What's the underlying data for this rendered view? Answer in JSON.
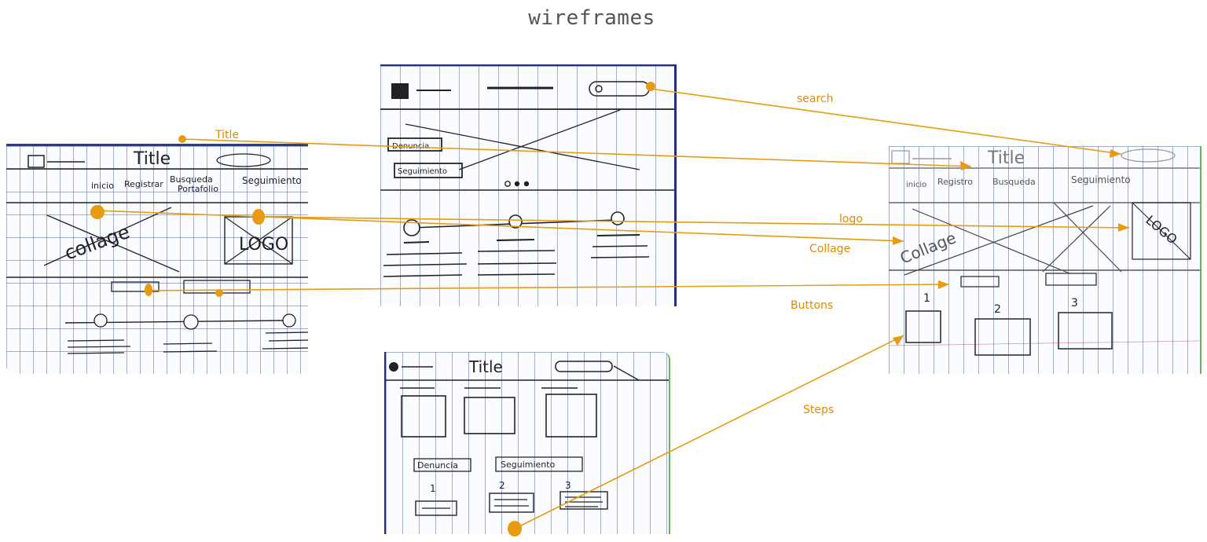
{
  "title": "wireframes",
  "sheets": {
    "a": {
      "title": "Title",
      "nav": [
        "inicio",
        "Registrar",
        "Busqueda",
        "Portafolio",
        "Seguimiento"
      ],
      "collage": "collage",
      "logo": "LOGO"
    },
    "b": {
      "buttons": [
        "Denuncia",
        "Seguimiento"
      ]
    },
    "c": {
      "title": "Title",
      "nav": [
        "inicio",
        "Registro",
        "Busqueda",
        "Seguimiento"
      ],
      "collage": "Collage",
      "logo": "LOGO",
      "steps": [
        "1",
        "2",
        "3"
      ]
    },
    "d": {
      "title": "Title",
      "buttons": [
        "Denuncia",
        "Seguimiento"
      ],
      "steps": [
        "1",
        "2",
        "3"
      ]
    }
  },
  "annotations": [
    "Title",
    "search",
    "logo",
    "Collage",
    "Buttons",
    "Steps"
  ],
  "colors": {
    "annotation": "#e08a00",
    "ink": "#222222",
    "grid": "#5a6eaa",
    "sheet_border": "#2a3b8f",
    "green_edge": "#69b25a"
  }
}
